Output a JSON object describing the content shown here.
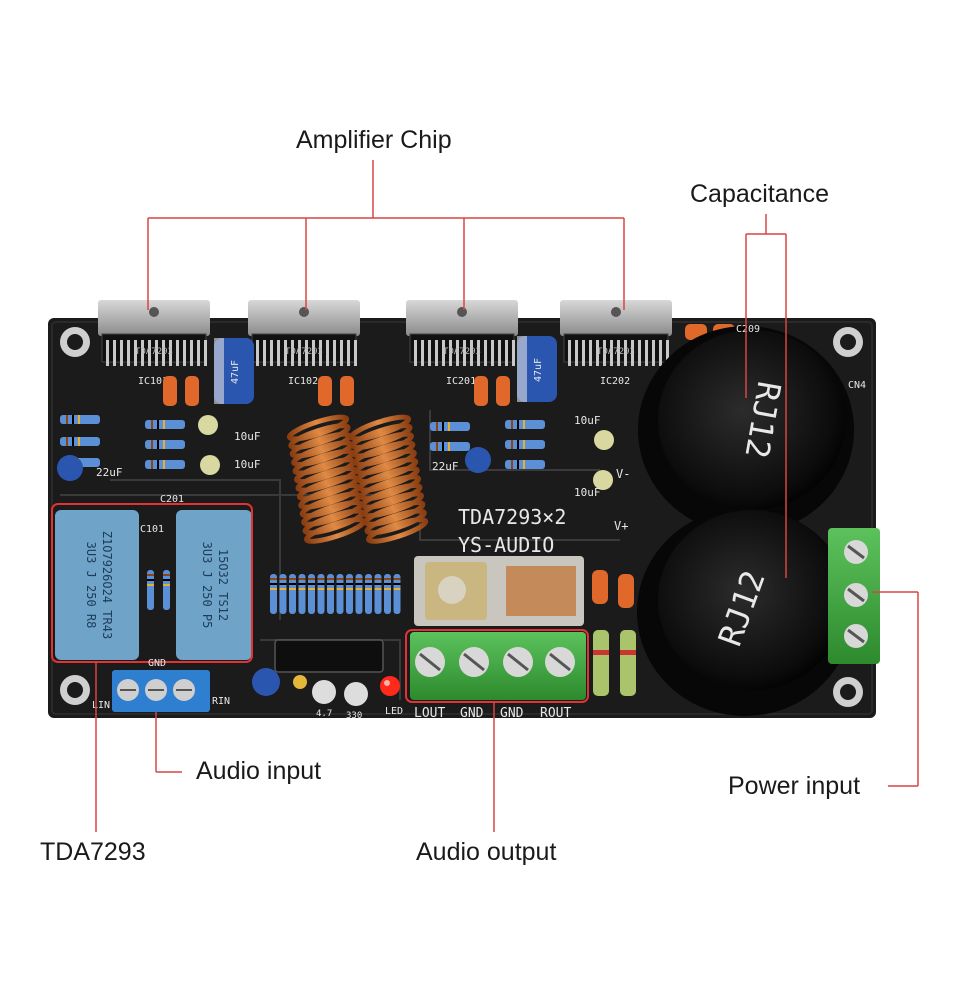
{
  "callouts": {
    "amplifier_chip": "Amplifier Chip",
    "capacitance": "Capacitance",
    "audio_input": "Audio input",
    "tda7293": "TDA7293",
    "audio_output": "Audio output",
    "power_input": "Power input"
  },
  "board": {
    "title": "TDA7293×2",
    "model": "YS-AUDIO",
    "chip_labels": [
      "IC101",
      "IC102",
      "IC201",
      "IC202"
    ],
    "chip_part": "TDA7293",
    "cap_label": "RJ12",
    "cap_ref": "C209",
    "conn_ref": "CN4",
    "small_caps": [
      "10uF",
      "10uF",
      "10uF",
      "10uF",
      "22uF",
      "22uF"
    ],
    "input_conn": {
      "labels": [
        "LIN",
        "GND",
        "RIN"
      ]
    },
    "output_conn": {
      "labels": [
        "LOUT",
        "GND",
        "GND",
        "ROUT"
      ]
    },
    "film_caps": [
      {
        "ref": "C101",
        "text": "Z1O7926O24  TR43\n3U3 J 250 R8"
      },
      {
        "ref": "C201",
        "text": "15O32  TS12\n3U3 J 250 P5"
      }
    ],
    "led_label": "LED",
    "v_labels": [
      "V-",
      "V+"
    ],
    "small_refs": [
      "47uF",
      "47uF",
      "4.7",
      "330"
    ]
  },
  "colors": {
    "board": "#1b1b1b",
    "callout_line": "#d84545",
    "terminal_green": "#3aa23a",
    "terminal_blue": "#2e7fd0",
    "film_cap_blue": "#6fa3c8",
    "coil_copper": "#c46a2a",
    "highlight_box": "#e23232"
  }
}
